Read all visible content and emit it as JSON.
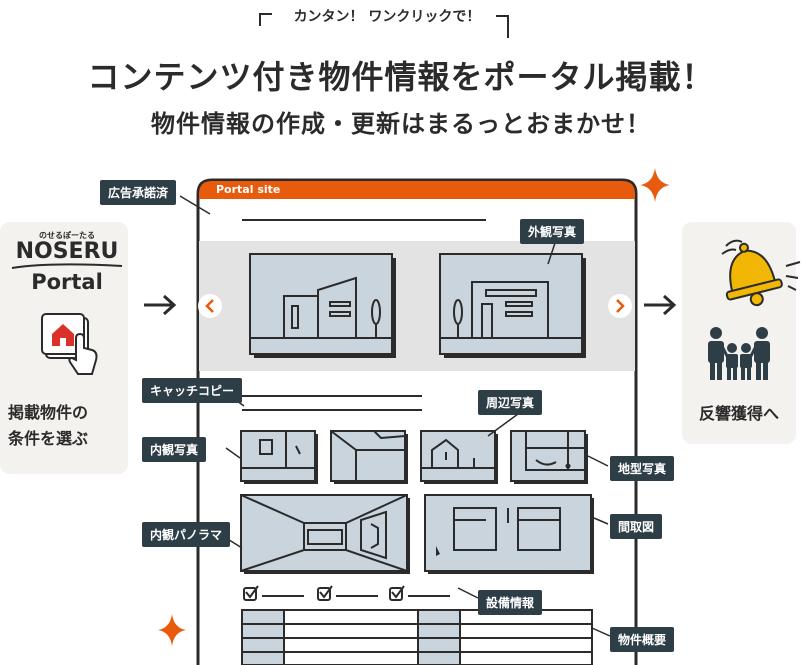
{
  "header": {
    "tagline": "カンタン！ ワンクリックで！",
    "title": "コンテンツ付き物件情報をポータル掲載！",
    "subtitle": "物件情報の作成・更新はまるっとおまかせ！"
  },
  "left_panel": {
    "brand_small": "のせるぽーたる",
    "brand_main": "NOSERU",
    "brand_sub": "Portal",
    "caption_line1": "掲載物件の",
    "caption_line2": "条件を選ぶ"
  },
  "right_panel": {
    "caption": "反響獲得へ"
  },
  "mockup": {
    "tab_title": "Portal site"
  },
  "callouts": {
    "ad_approved": "広告承諾済",
    "exterior": "外観写真",
    "catch_copy": "キャッチコピー",
    "surrounding": "周辺写真",
    "interior": "内観写真",
    "land_shape": "地型写真",
    "panorama": "内観パノラマ",
    "floor_plan": "間取図",
    "facilities": "設備情報",
    "overview": "物件概要"
  },
  "icons": {
    "arrow": "right-arrow-icon",
    "bell": "bell-icon",
    "people": "family-icon",
    "sparkle": "sparkle-icon",
    "house_card": "house-card-icon",
    "hand": "pointing-hand-icon"
  },
  "colors": {
    "accent": "#e85a0c",
    "dark": "#2e3e47",
    "photo_bg": "#c9d4dc",
    "panel_bg": "#f4f2ee",
    "bell": "#f2b705"
  }
}
